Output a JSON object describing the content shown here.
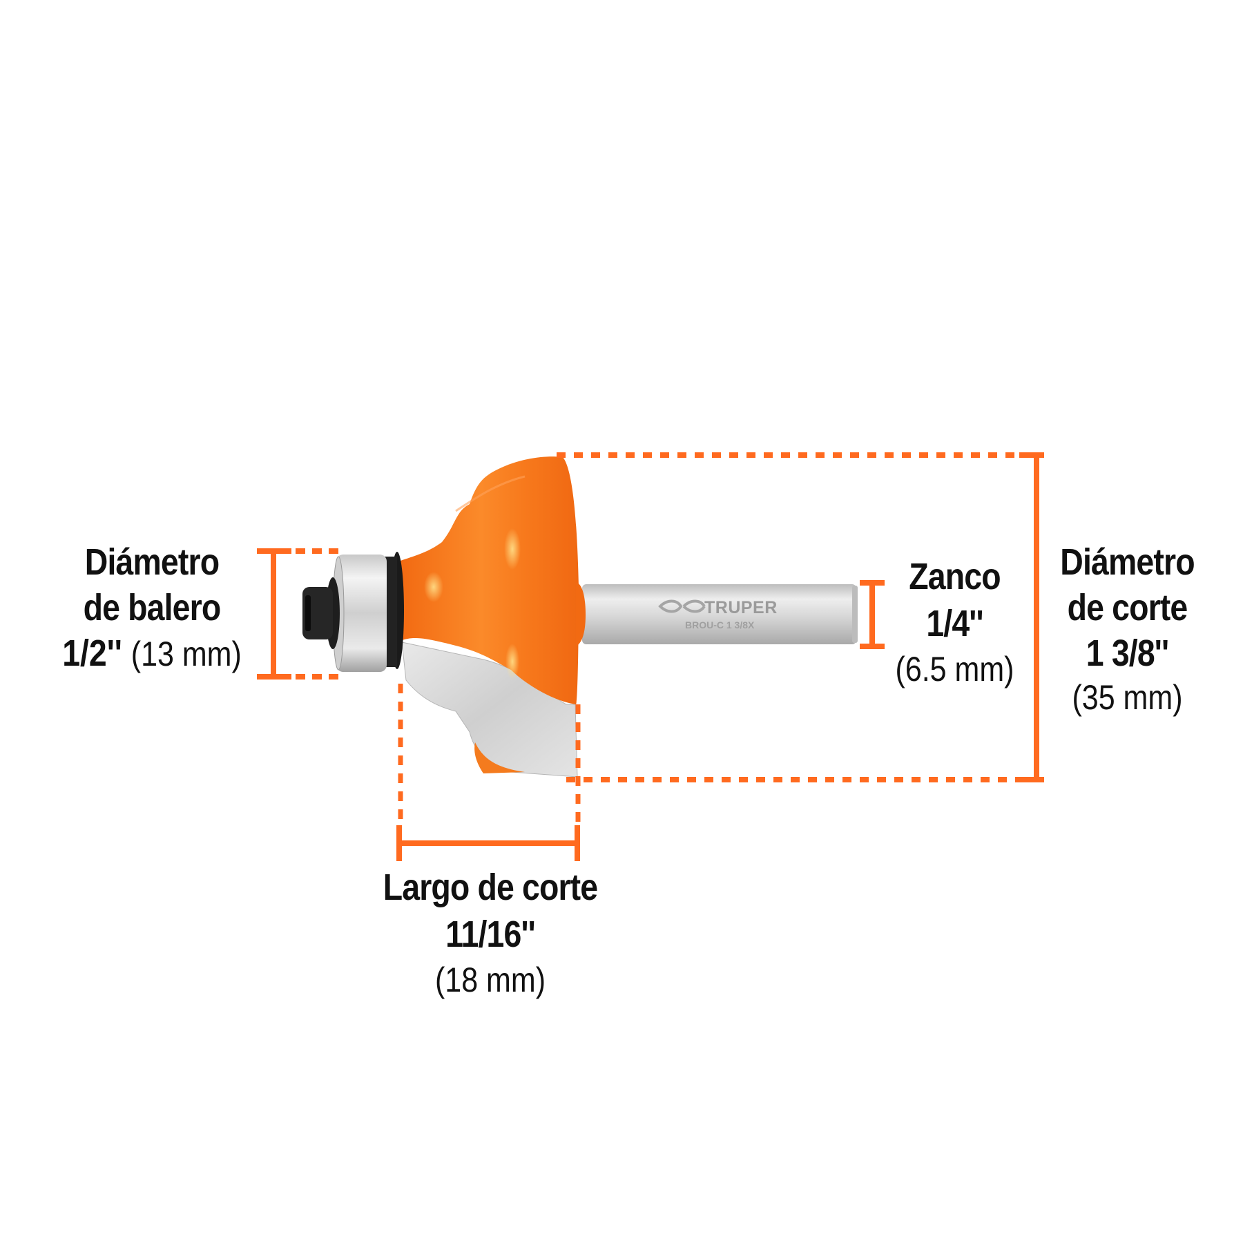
{
  "product": {
    "brand": "TRUPER",
    "model_marking": "BROU-C 1 3/8X",
    "colors": {
      "accent_orange": "#ff6a1f",
      "body_orange": "#f77b1e",
      "steel": "#d9d9d9",
      "text": "#111111"
    }
  },
  "dimensions": {
    "bearing": {
      "title_line1": "Diámetro",
      "title_line2": "de balero",
      "imperial": "1/2''",
      "metric": "(13 mm)"
    },
    "shank": {
      "title": "Zanco",
      "imperial": "1/4''",
      "metric": "(6.5 mm)"
    },
    "cut_diameter": {
      "title_line1": "Diámetro",
      "title_line2": "de corte",
      "imperial": "1 3/8''",
      "metric": "(35 mm)"
    },
    "cut_length": {
      "title": "Largo de corte",
      "imperial": "11/16''",
      "metric": "(18 mm)"
    }
  }
}
